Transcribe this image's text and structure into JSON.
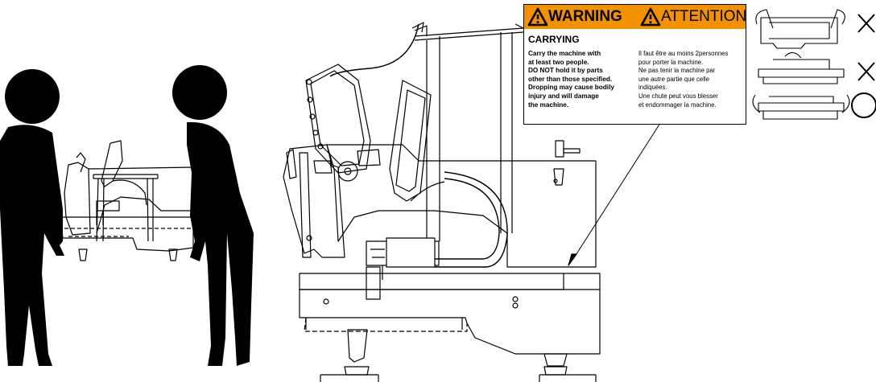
{
  "warning_label": {
    "warning_word": "WARNING",
    "attention_word": "ATTENTION",
    "heading": "CARRYING",
    "english_lines": [
      "Carry the machine with",
      "at least two people.",
      "DO NOT hold it by parts",
      "other than those specified.",
      "Dropping may cause bodily",
      "injury and will damage",
      "the machine."
    ],
    "french_lines": [
      "Il faut être au moins 2personnes",
      "pour porter la machine.",
      "Ne pas tenir la machine par",
      "une autre partie que celle",
      "indiquées.",
      "Une chute peut vous blesser",
      "et endommager la machine."
    ],
    "banner_color": "#f29200"
  },
  "icons": [
    "incorrect-hold-icon",
    "incorrect-hold-icon",
    "correct-hold-icon"
  ]
}
